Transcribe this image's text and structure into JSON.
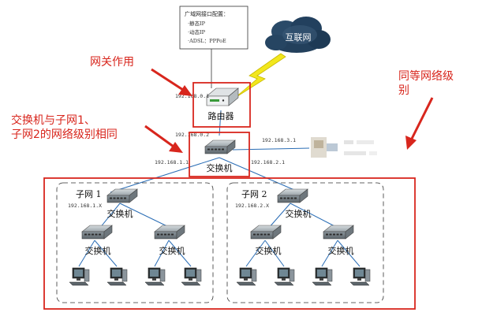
{
  "colors": {
    "accent_red": "#d8261d",
    "line_blue": "#2a6db5",
    "cloud_dark": "#23405c",
    "lightning_yellow": "#f2e71d",
    "device_gray": "#9aa3a9"
  },
  "wan_config": {
    "title": "广域网接口配置：",
    "items": [
      "·静态IP",
      "·动态IP",
      "·ADSL：PPPoE"
    ]
  },
  "internet_label": "互联网",
  "router": {
    "label": "路由器",
    "ip": "192.168.0.1"
  },
  "core_switch": {
    "label": "交换机",
    "ip_top": "192.168.0.2",
    "ip_left": "192.168.1.1",
    "ip_right": "192.168.2.1",
    "ip_peer": "192.168.3.1"
  },
  "annotations": {
    "gateway": "网关作用",
    "switch_subnets": "交换机与子网1、\n子网2的网络级别相同",
    "peer_level": "同等网络级\n别"
  },
  "subnets": [
    {
      "title": "子网 1",
      "ip": "192.168.1.X",
      "main_switch": "交换机",
      "sub_switches": [
        "交换机",
        "交换机"
      ]
    },
    {
      "title": "子网 2",
      "ip": "192.168.2.X",
      "main_switch": "交换机",
      "sub_switches": [
        "交换机",
        "交换机"
      ]
    }
  ],
  "icons": {
    "cloud": "internet-cloud-icon",
    "lightning": "lightning-link-icon",
    "router": "router-icon",
    "switch": "switch-icon",
    "computer": "computer-icon",
    "blurred_device": "blurred-device-icon"
  }
}
